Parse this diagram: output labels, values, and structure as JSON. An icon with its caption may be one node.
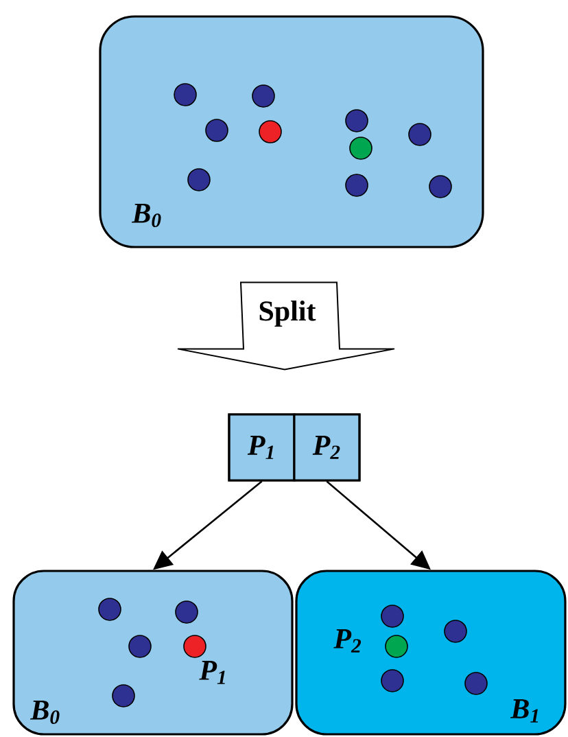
{
  "diagram": {
    "nodes": [
      {
        "text": [
          "B$_{0}$"
        ]
      },
      {
        "text": [],
        "shape": "box"
      },
      {
        "text": [
          "P$_{1}$"
        ],
        "in": 1
      },
      {
        "text": [
          "P$_{2}$"
        ],
        "in": 1
      },
      {
        "text": [
          "P$_{1}$",
          "B$_{0}$"
        ]
      },
      {
        "text": [
          "P$_{2}$",
          "B$_{1}$"
        ]
      }
    ],
    "edges": [
      {
        "from": 0,
        "to": 1,
        "arrow": "to",
        "label": "Split"
      },
      {
        "from": 2,
        "to": 4,
        "arrow": "to"
      },
      {
        "from": 3,
        "to": 5,
        "arrow": "to"
      }
    ]
  }
}
